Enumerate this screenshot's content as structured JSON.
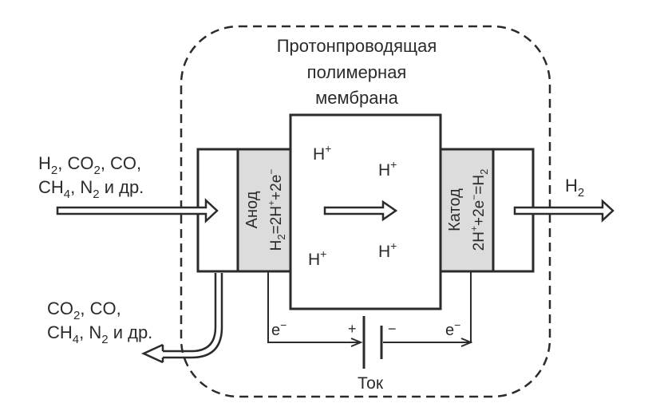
{
  "membrane_title": {
    "line1": "Протонпроводящая",
    "line2": "полимерная",
    "line3": "мембрана"
  },
  "input_gas": {
    "line1": [
      "H",
      "2",
      ", CO",
      "2",
      ", CO,"
    ],
    "line2": [
      "CH",
      "4",
      ", N",
      "2",
      " и др."
    ]
  },
  "exhaust_gas": {
    "line1": [
      "CO",
      "2",
      ", CO,"
    ],
    "line2": [
      "CH",
      "4",
      ", N",
      "2",
      " и др."
    ]
  },
  "output_gas": [
    "H",
    "2"
  ],
  "anode": {
    "label": "Анод",
    "reaction": [
      "H",
      "2",
      "=2H",
      "+",
      "+2e",
      "−"
    ]
  },
  "cathode": {
    "label": "Катод",
    "reaction": [
      "2H",
      "+",
      "+2e",
      "−",
      "=H",
      "2"
    ]
  },
  "protons": [
    [
      "H",
      "+"
    ],
    [
      "H",
      "+"
    ],
    [
      "H",
      "+"
    ],
    [
      "H",
      "+"
    ]
  ],
  "circuit": {
    "left_electron": [
      "e",
      "−"
    ],
    "right_electron": [
      "e",
      "−"
    ],
    "plus": "+",
    "minus": "−",
    "current_label": "Ток"
  },
  "colors": {
    "line": "#2b2b2b",
    "electrode_fill": "#dcdcdc"
  }
}
